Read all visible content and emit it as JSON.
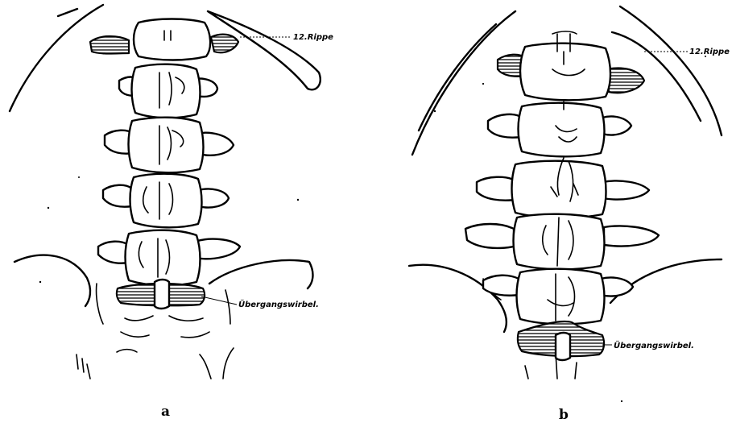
{
  "figure": {
    "panels": [
      {
        "id": "a",
        "letter": "a",
        "rib_label": "12.Rippe",
        "transitional_label": "Übergangswirbel."
      },
      {
        "id": "b",
        "letter": "b",
        "rib_label": "12.Rippe",
        "transitional_label": "Übergangswirbel."
      }
    ]
  }
}
